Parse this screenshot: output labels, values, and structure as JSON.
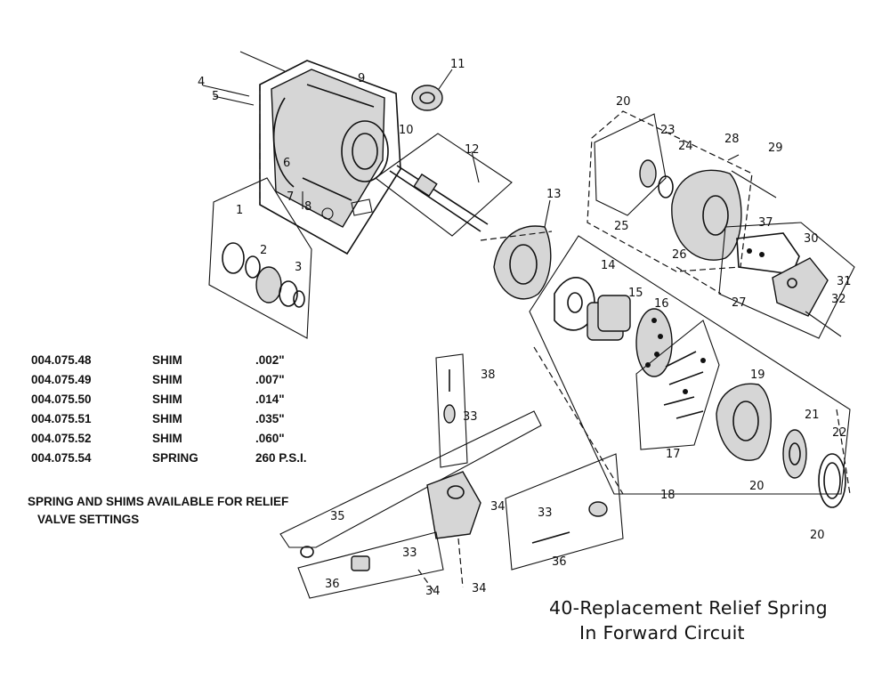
{
  "callouts": [
    "1",
    "2",
    "3",
    "4",
    "5",
    "6",
    "7",
    "8",
    "9",
    "10",
    "11",
    "12",
    "13",
    "14",
    "15",
    "16",
    "17",
    "18",
    "19",
    "20",
    "21",
    "22",
    "23",
    "24",
    "25",
    "26",
    "27",
    "28",
    "29",
    "30",
    "31",
    "32",
    "33",
    "34",
    "35",
    "36",
    "37",
    "38"
  ],
  "parts_table": [
    {
      "part": "004.075.48",
      "desc": "SHIM",
      "value": ".002\""
    },
    {
      "part": "004.075.49",
      "desc": "SHIM",
      "value": ".007\""
    },
    {
      "part": "004.075.50",
      "desc": "SHIM",
      "value": ".014\""
    },
    {
      "part": "004.075.51",
      "desc": "SHIM",
      "value": ".035\""
    },
    {
      "part": "004.075.52",
      "desc": "SHIM",
      "value": ".060\""
    },
    {
      "part": "004.075.54",
      "desc": "SPRING",
      "value": "260 P.S.I."
    }
  ],
  "note": {
    "line1": "SPRING AND SHIMS AVAILABLE FOR RELIEF",
    "line2": "VALVE SETTINGS"
  },
  "caption": {
    "line1": "40-Replacement Relief  Spring",
    "line2": "In Forward Circuit"
  }
}
